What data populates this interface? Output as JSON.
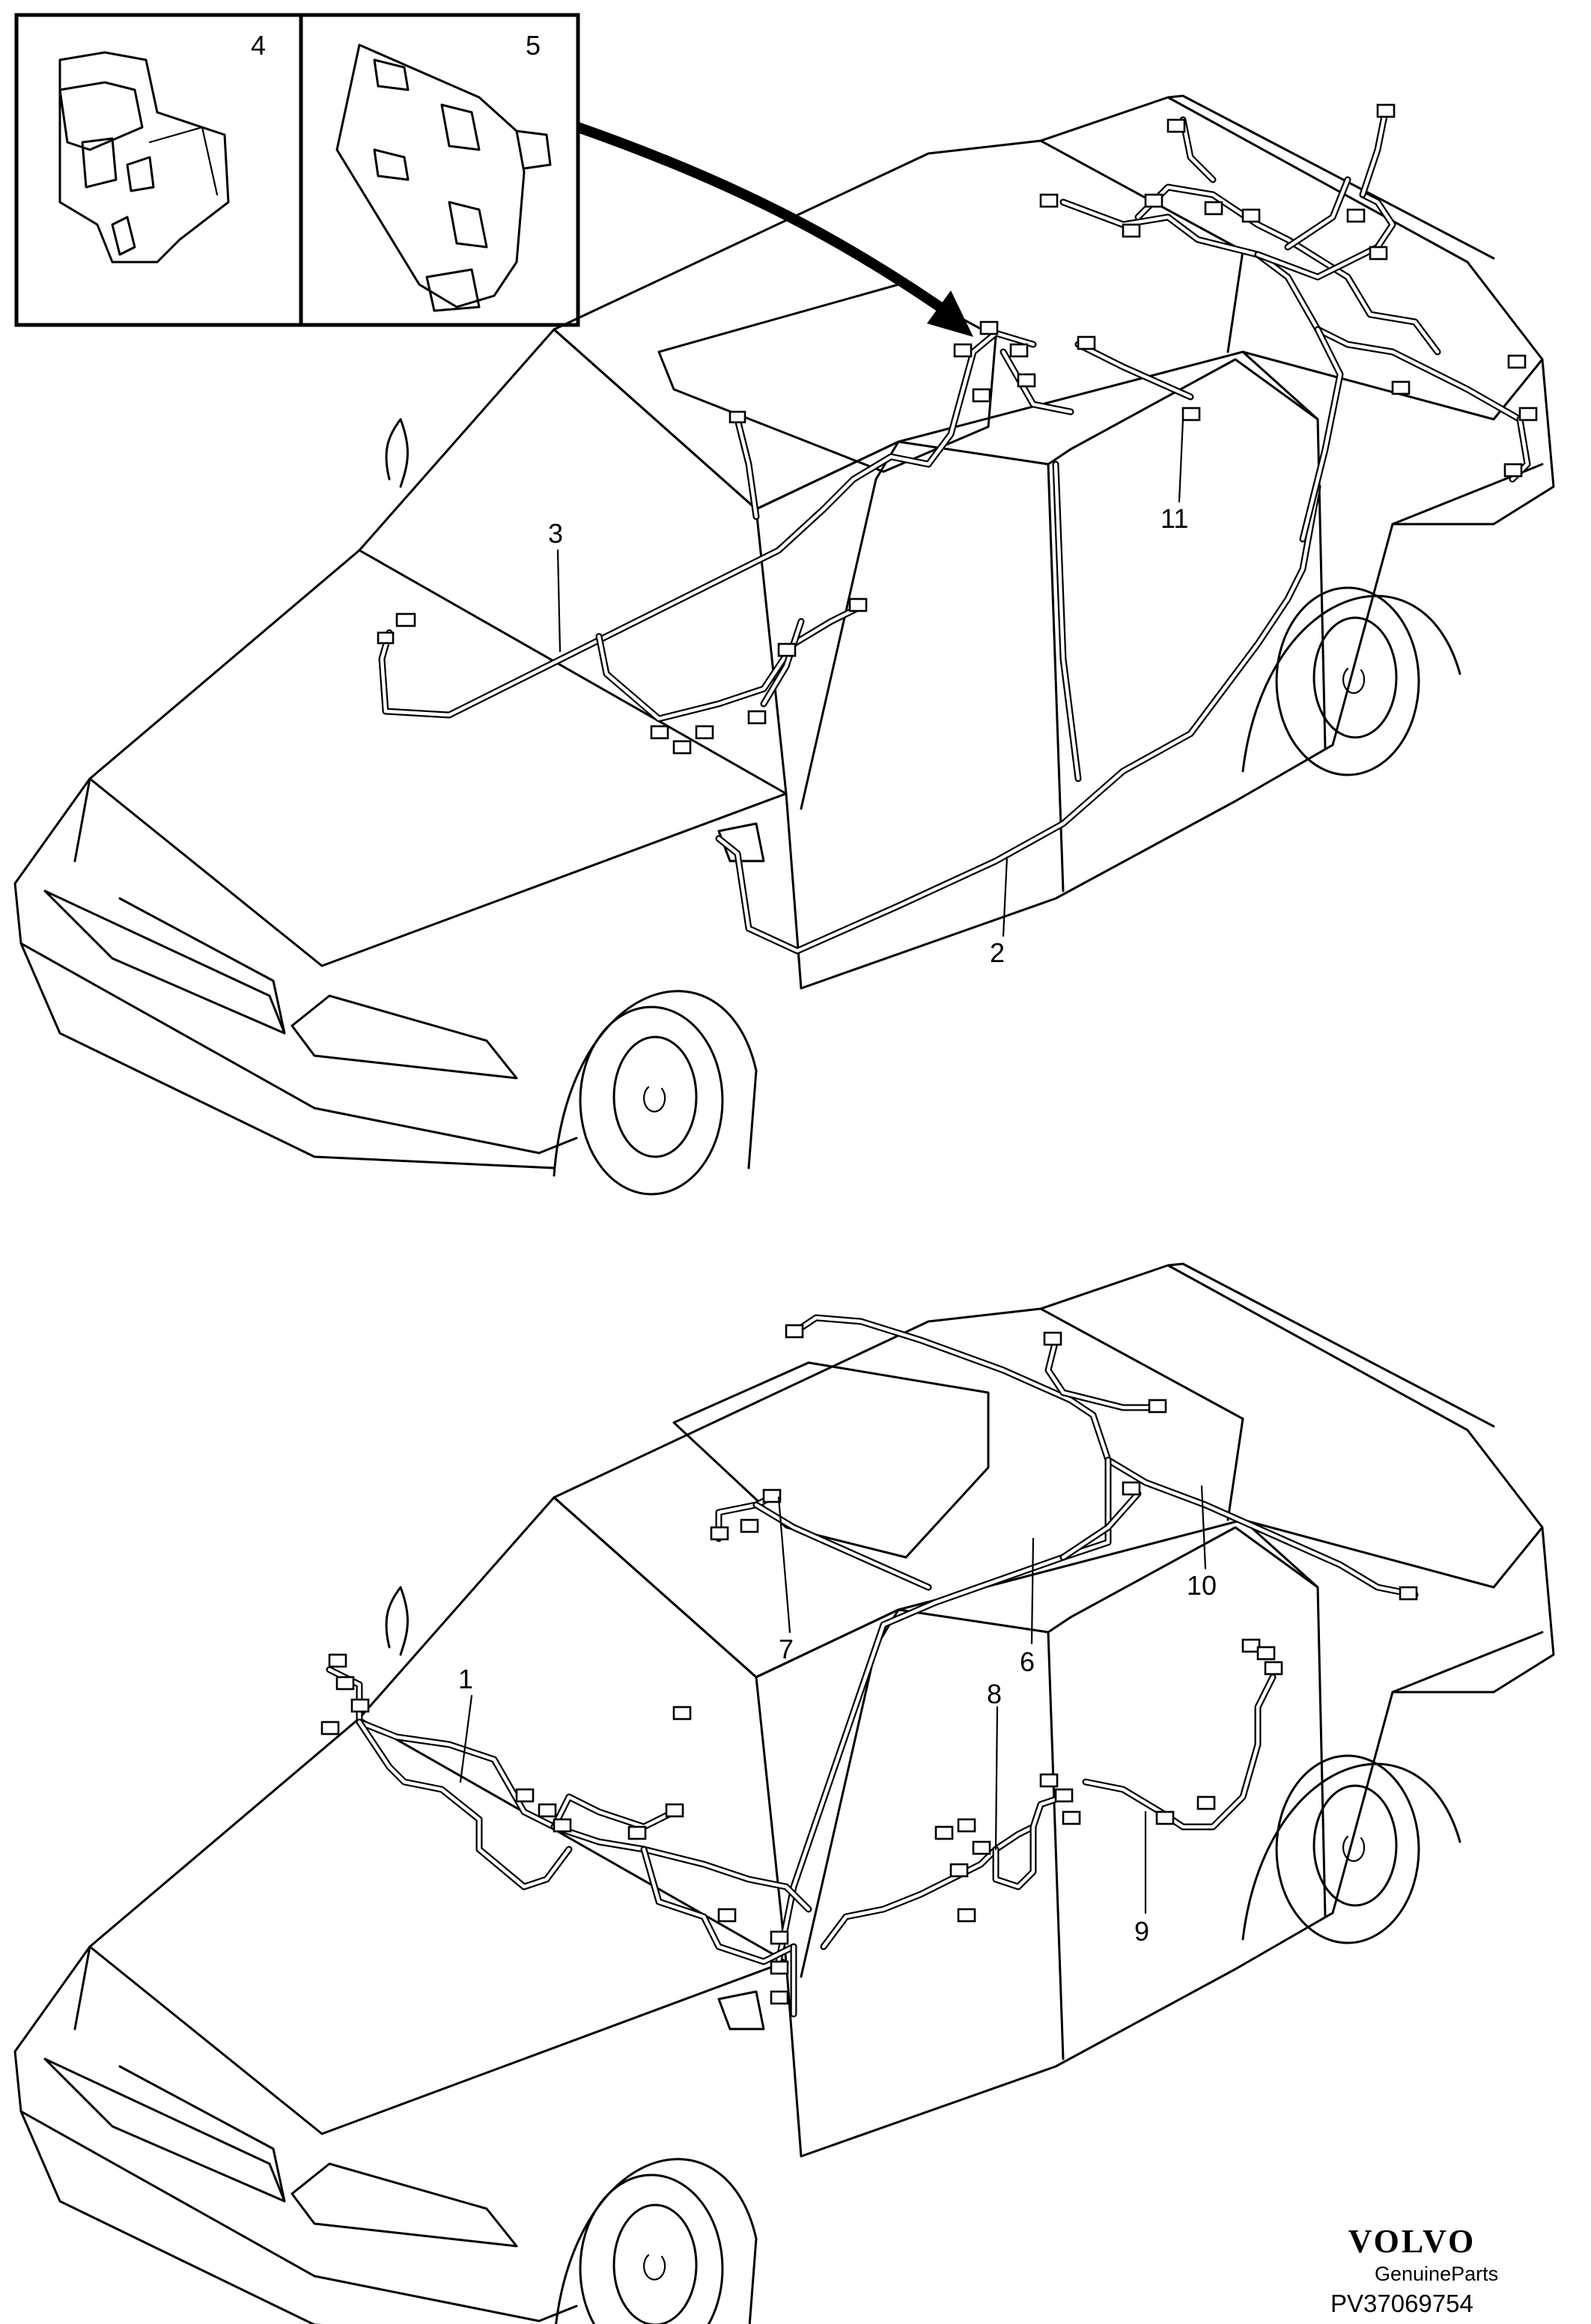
{
  "callouts": {
    "c1": "1",
    "c2": "2",
    "c3": "3",
    "c4": "4",
    "c5": "5",
    "c6": "6",
    "c7": "7",
    "c8": "8",
    "c9": "9",
    "c10": "10",
    "c11": "11"
  },
  "brand": {
    "logo": "VOLVO",
    "tagline": "GenuineParts",
    "part_number": "PV37069754"
  }
}
